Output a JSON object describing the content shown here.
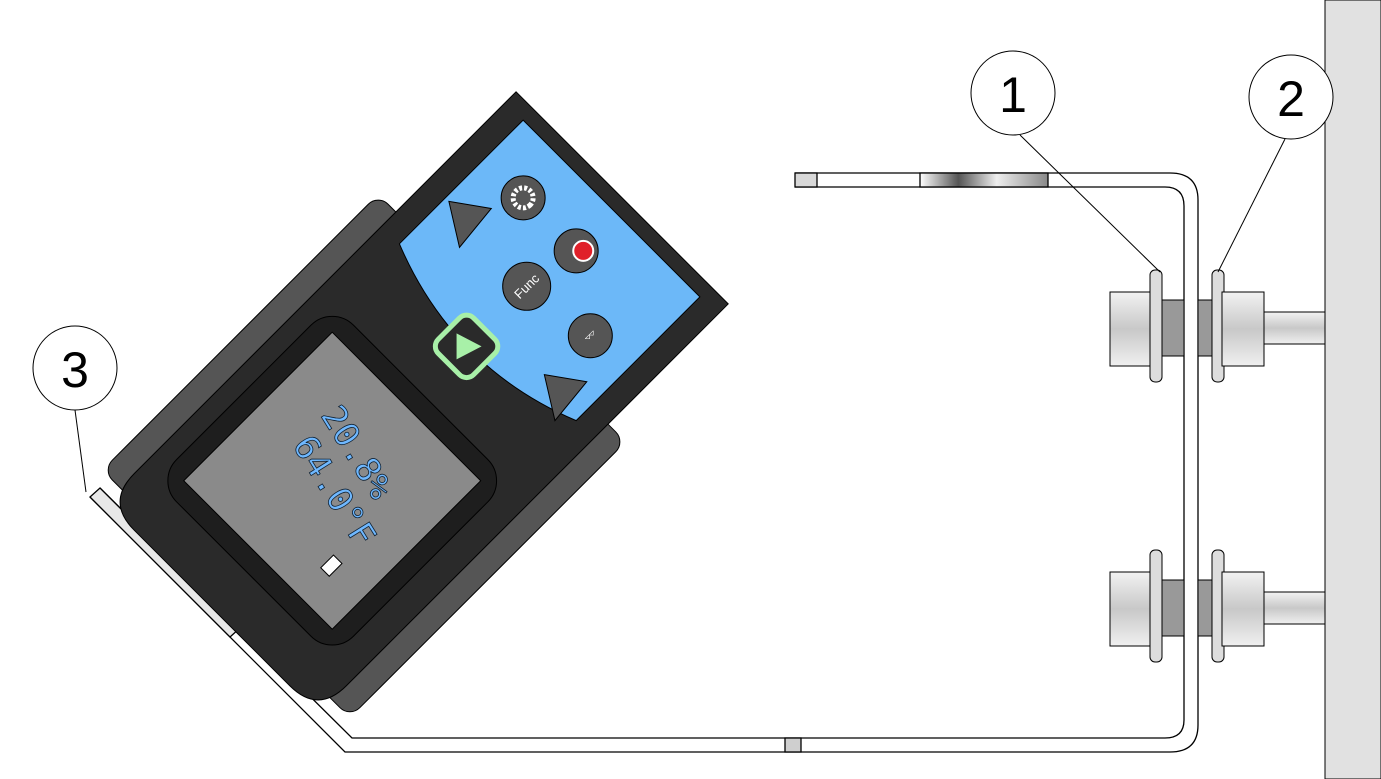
{
  "callouts": [
    {
      "number": "1",
      "label_target": "inner-washer-nut"
    },
    {
      "number": "2",
      "label_target": "outer-washer-nut"
    },
    {
      "number": "3",
      "label_target": "mounting-bracket"
    }
  ],
  "device": {
    "display": {
      "line1": "20.8%",
      "line2": "64.0°F"
    },
    "buttons": {
      "func_label": "Func"
    },
    "colors": {
      "body": "#2a2a2a",
      "panel": "#6cb8f8",
      "screen": "#8a8a8a",
      "play_ring": "#a8f0a8",
      "power": "#e0202a"
    }
  },
  "colors": {
    "wall": "#e1e1e1",
    "line": "#000000"
  }
}
